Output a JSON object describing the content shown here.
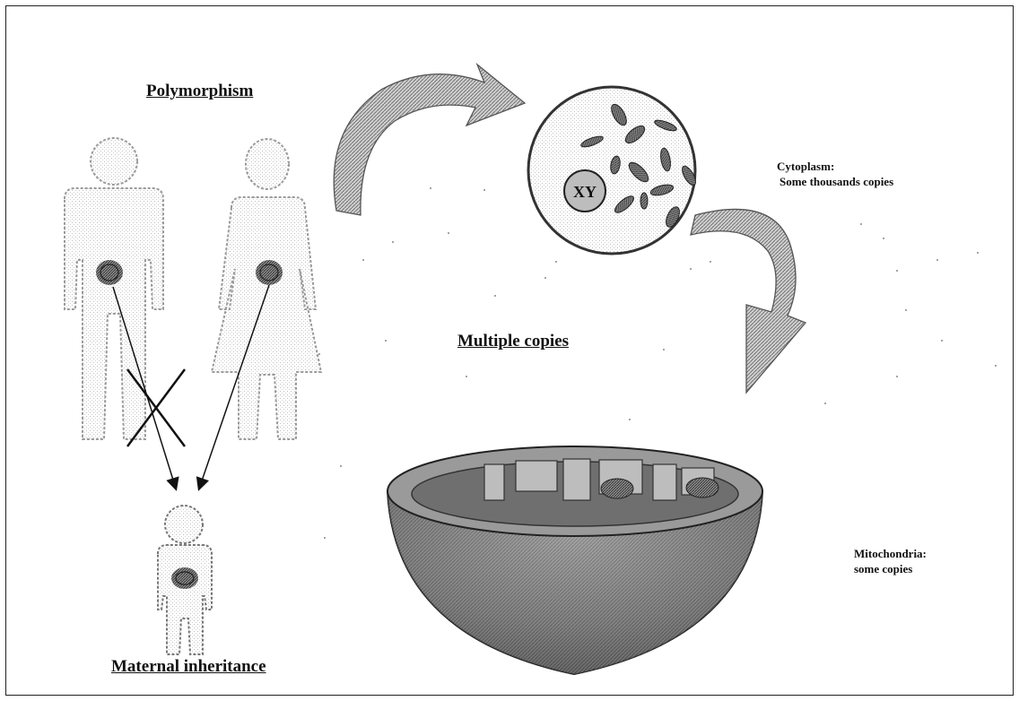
{
  "labels": {
    "polymorphism": "Polymorphism",
    "multiple_copies": "Multiple copies",
    "maternal_inheritance": "Maternal inheritance",
    "cytoplasm_line1": "Cytoplasm:",
    "cytoplasm_line2": "Some thousands copies",
    "mitochondria_line1": "Mitochondria:",
    "mitochondria_line2": "some copies",
    "nucleus_chromosomes": "XY"
  }
}
